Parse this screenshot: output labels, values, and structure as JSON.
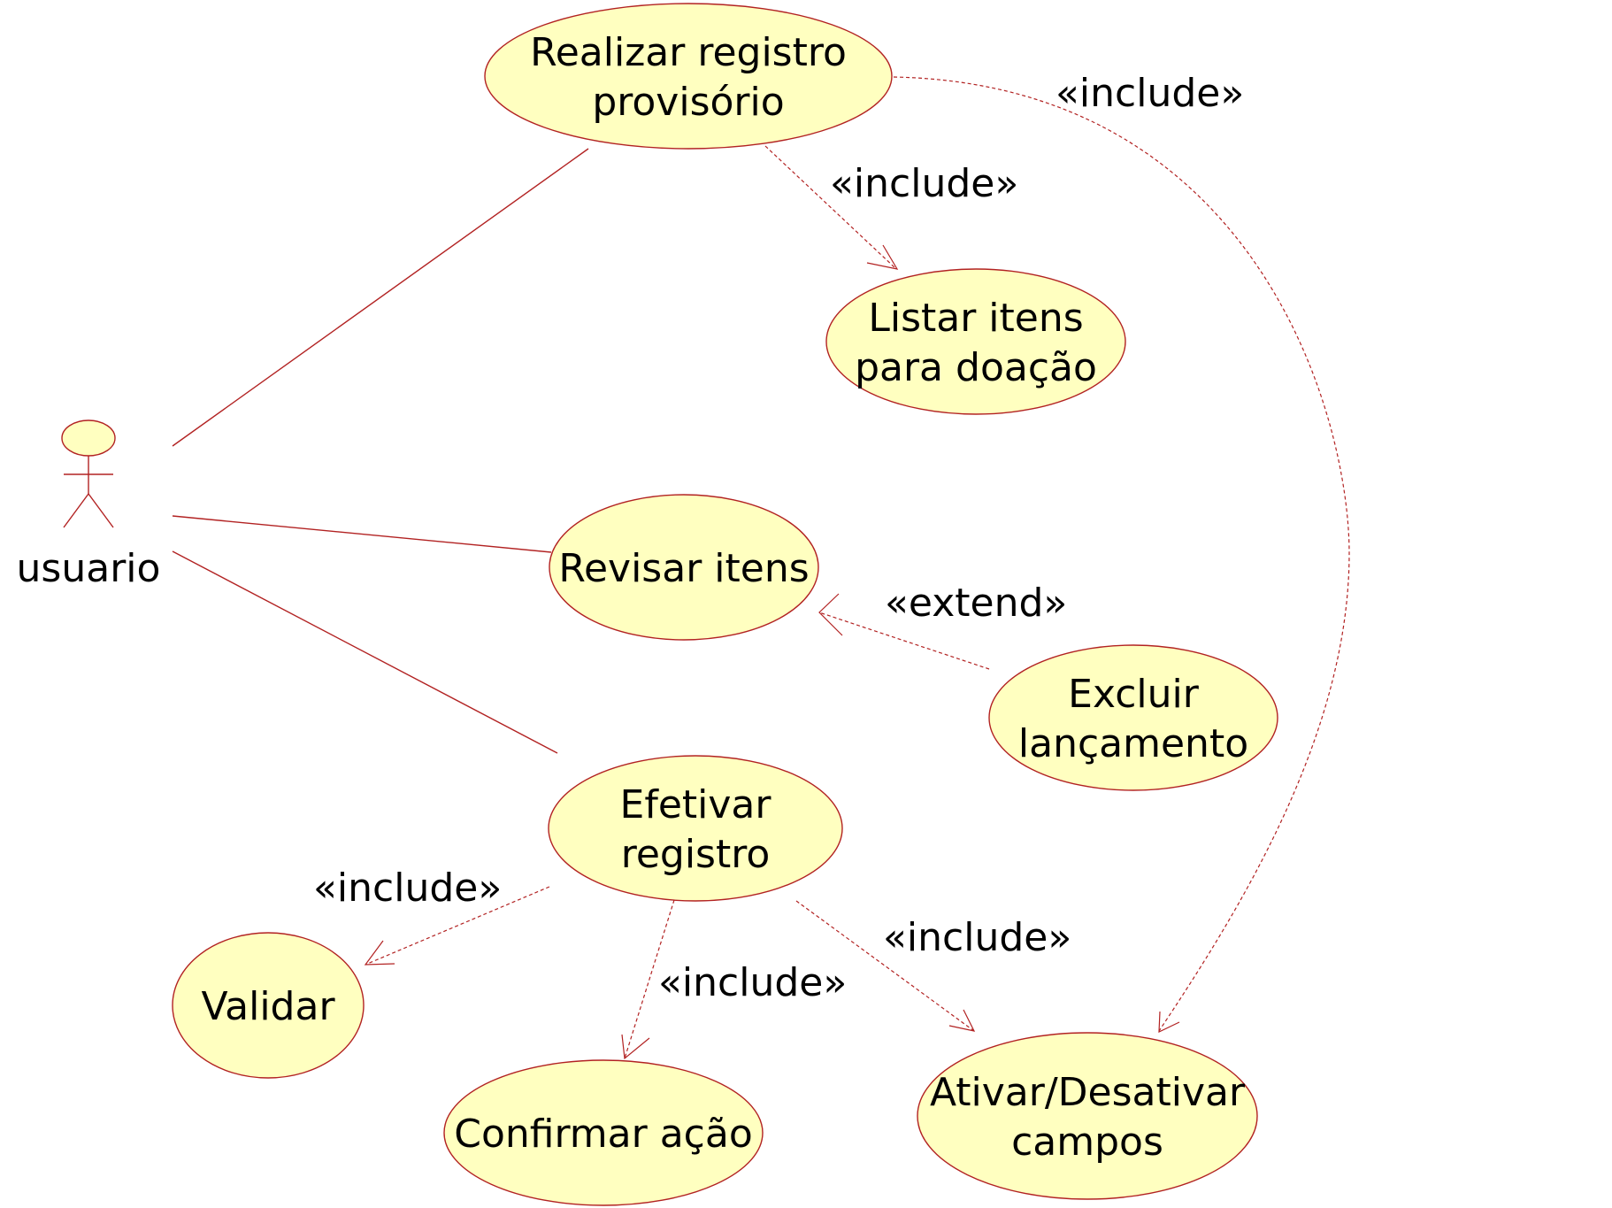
{
  "colors": {
    "usecase_fill": "#ffffc0",
    "line": "#b22222"
  },
  "actor": {
    "name": "usuario"
  },
  "use_cases": {
    "realizar": [
      "Realizar registro",
      "provisório"
    ],
    "listar": [
      "Listar itens",
      "para doação"
    ],
    "revisar": [
      "Revisar itens"
    ],
    "excluir": [
      "Excluir",
      "lançamento"
    ],
    "efetivar": [
      "Efetivar",
      "registro"
    ],
    "validar": [
      "Validar"
    ],
    "confirmar": [
      "Confirmar ação"
    ],
    "ativar": [
      "Ativar/Desativar",
      "campos"
    ]
  },
  "relationships": {
    "realizar_listar": "«include»",
    "realizar_ativar": "«include»",
    "excluir_revisar": "«extend»",
    "efetivar_validar": "«include»",
    "efetivar_confirmar": "«include»",
    "efetivar_ativar": "«include»"
  }
}
